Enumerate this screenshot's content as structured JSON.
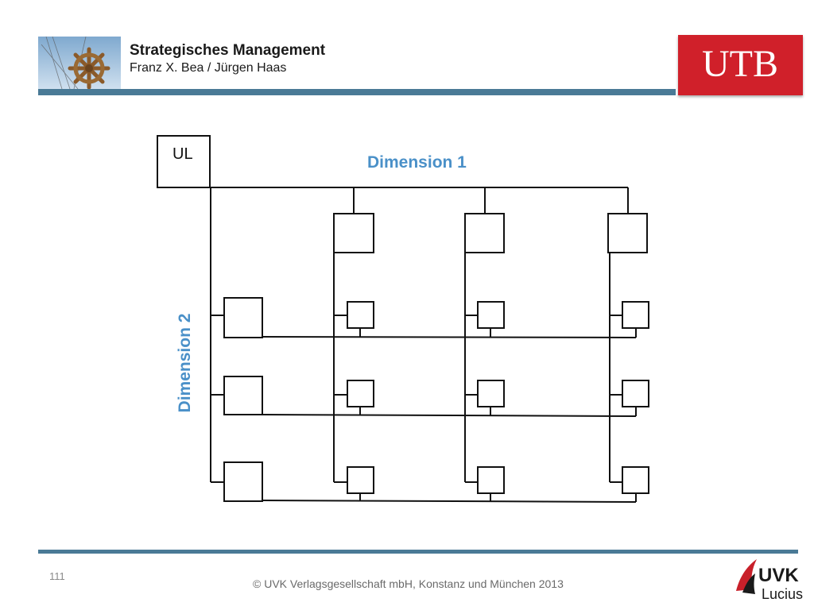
{
  "header": {
    "title": "Strategisches Management",
    "subtitle": "Franz X. Bea / Jürgen Haas",
    "header_image": "ship-wheel-photo",
    "publisher_logo_text": "UTB",
    "bar_color": "#4a7a96",
    "logo_color": "#d0202a"
  },
  "diagram": {
    "root_label": "UL",
    "dimension1_label": "Dimension 1",
    "dimension2_label": "Dimension 2",
    "label_color": "#4a90c8",
    "dimension1_unit_count": 3,
    "dimension2_unit_count": 3
  },
  "footer": {
    "page_number": "111",
    "copyright": "© UVK Verlagsgesellschaft mbH, Konstanz und München 2013",
    "publisher_logo_top": "UVK",
    "publisher_logo_bottom": "Lucius"
  }
}
